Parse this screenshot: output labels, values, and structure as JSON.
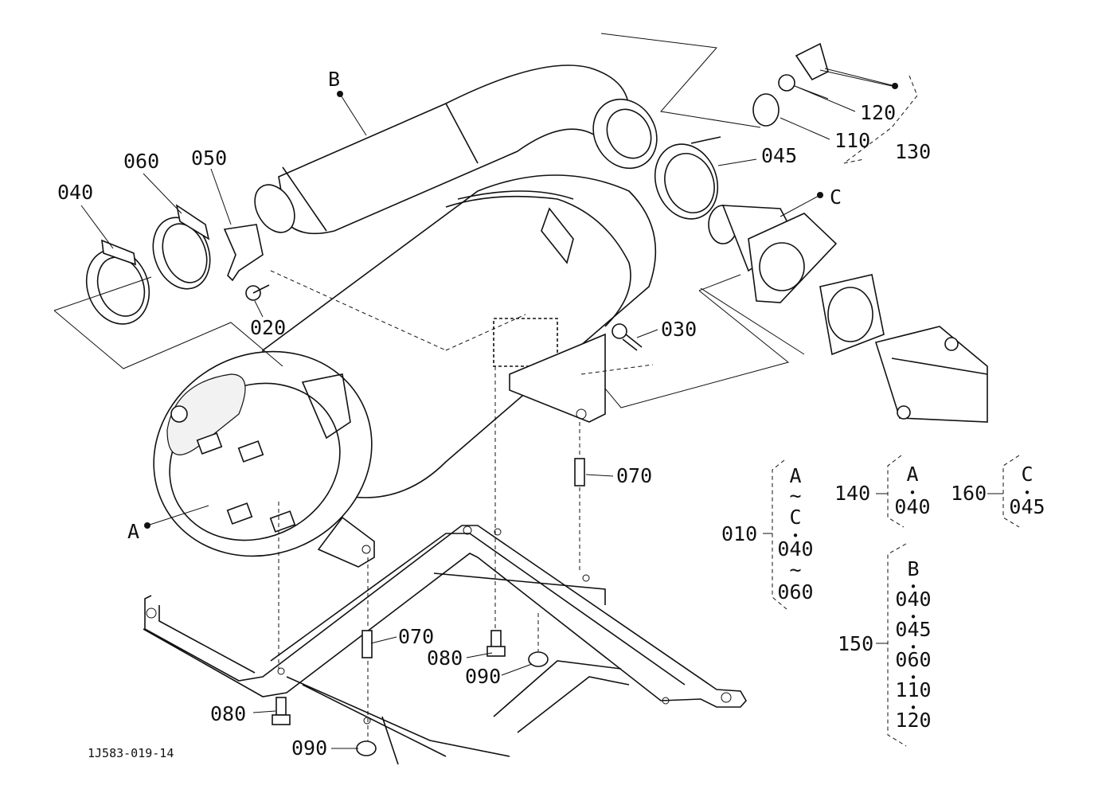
{
  "drawing_code": "1J583-019-14",
  "reference_letters": {
    "a": "A",
    "b": "B",
    "c": "C"
  },
  "parts": {
    "p010": "010",
    "p020": "020",
    "p030": "030",
    "p040": "040",
    "p045": "045",
    "p050": "050",
    "p060": "060",
    "p070a": "070",
    "p070b": "070",
    "p080a": "080",
    "p080b": "080",
    "p090a": "090",
    "p090b": "090",
    "p110": "110",
    "p120": "120",
    "p130": "130",
    "p140": "140",
    "p150": "150",
    "p160": "160"
  },
  "groups": {
    "g010": [
      "A",
      "~",
      "C",
      "•",
      "040",
      "~",
      "060"
    ],
    "g140": [
      "A",
      "•",
      "040"
    ],
    "g160": [
      "C",
      "•",
      "045"
    ],
    "g150": [
      "B",
      "•",
      "040",
      "•",
      "045",
      "•",
      "060",
      "•",
      "110",
      "•",
      "120"
    ]
  }
}
